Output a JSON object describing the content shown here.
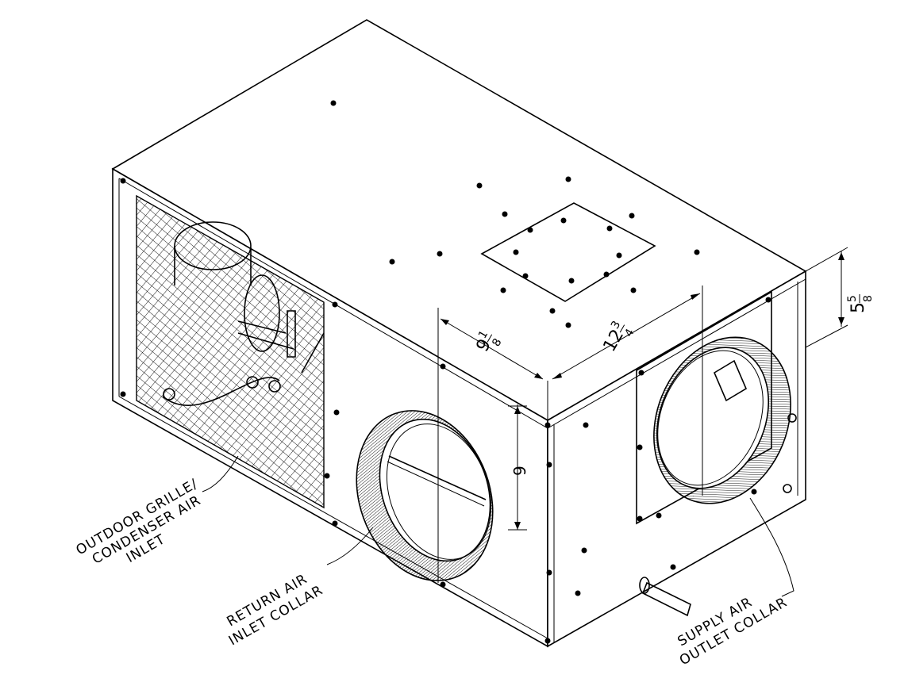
{
  "labels": {
    "outdoor_grille": [
      "OUTDOOR GRILLE/",
      "CONDENSER AIR",
      "INLET"
    ],
    "return_air": [
      "RETURN AIR",
      "INLET COLLAR"
    ],
    "supply_air": [
      "SUPPLY AIR",
      "OUTLET COLLAR"
    ]
  },
  "dimensions": {
    "depth_whole": "9",
    "depth_num": "1",
    "depth_den": "8",
    "width_whole": "12",
    "width_num": "3",
    "width_den": "4",
    "height": "9",
    "offset_whole": "5",
    "offset_num": "5",
    "offset_den": "8"
  }
}
